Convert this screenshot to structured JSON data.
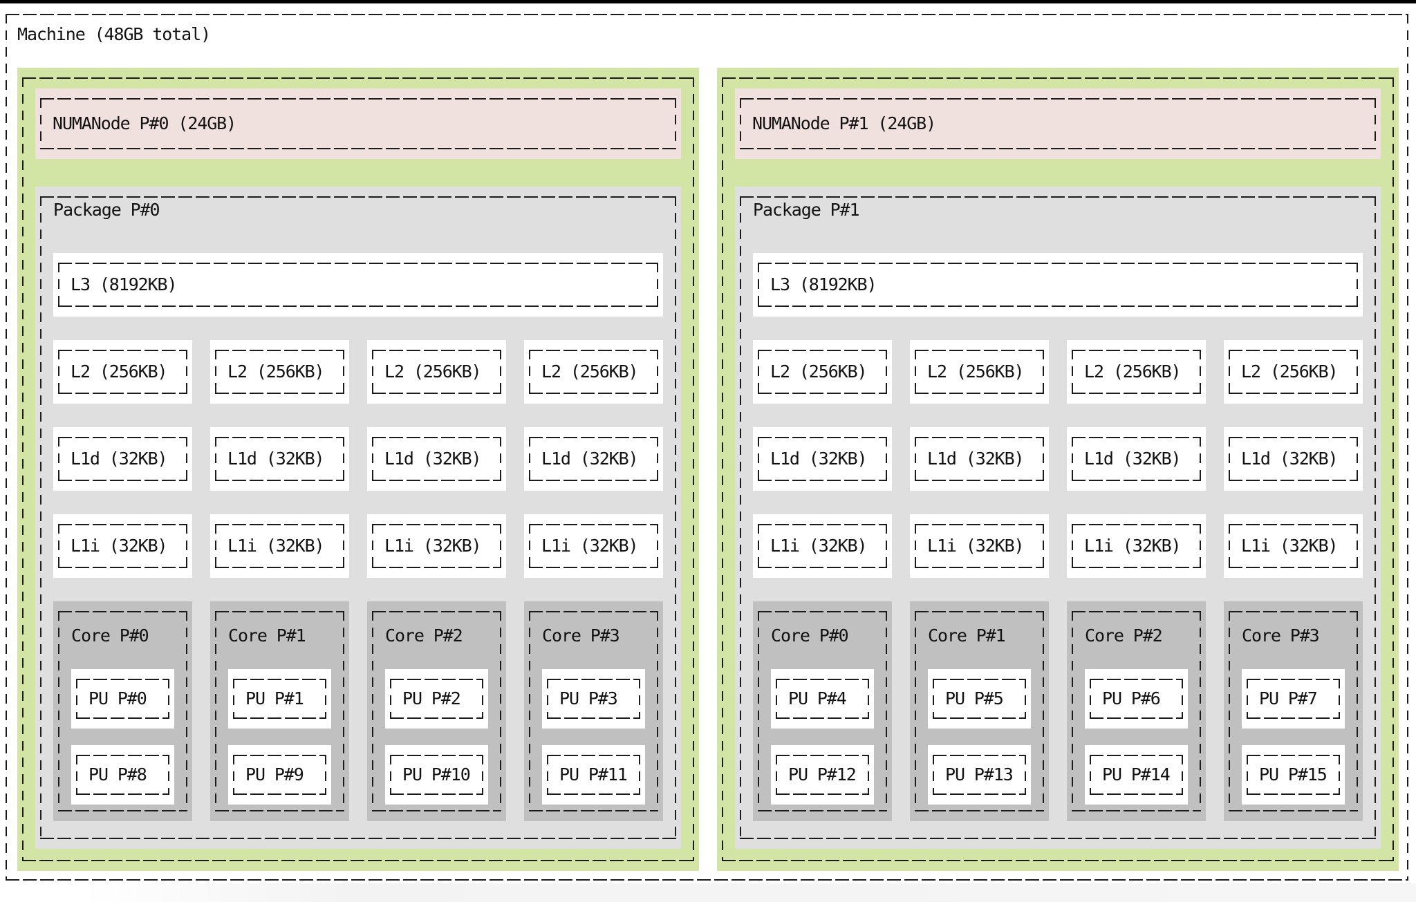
{
  "colors": {
    "window_top_edge": "#000000",
    "machine_background": "#ffffff",
    "numa_group_green": "#d3e5a5",
    "numanode_pink": "#f1e1de",
    "package_gray": "#dfdfdf",
    "core_gray": "#c0c0c0",
    "cache_pu_white": "#ffffff",
    "dashed_border": "#1b1b1b",
    "text": "#121212",
    "bottom_strip_gray": "#f3f3f3"
  },
  "machine": {
    "label": "Machine (48GB total)"
  },
  "groups": [
    {
      "numanode_label": "NUMANode P#0 (24GB)",
      "package": {
        "label": "Package P#0",
        "l3_label": "L3 (8192KB)",
        "l2": [
          "L2 (256KB)",
          "L2 (256KB)",
          "L2 (256KB)",
          "L2 (256KB)"
        ],
        "l1d": [
          "L1d (32KB)",
          "L1d (32KB)",
          "L1d (32KB)",
          "L1d (32KB)"
        ],
        "l1i": [
          "L1i (32KB)",
          "L1i (32KB)",
          "L1i (32KB)",
          "L1i (32KB)"
        ],
        "cores": [
          {
            "label": "Core P#0",
            "pus": [
              "PU P#0",
              "PU P#8"
            ]
          },
          {
            "label": "Core P#1",
            "pus": [
              "PU P#1",
              "PU P#9"
            ]
          },
          {
            "label": "Core P#2",
            "pus": [
              "PU P#2",
              "PU P#10"
            ]
          },
          {
            "label": "Core P#3",
            "pus": [
              "PU P#3",
              "PU P#11"
            ]
          }
        ]
      }
    },
    {
      "numanode_label": "NUMANode P#1 (24GB)",
      "package": {
        "label": "Package P#1",
        "l3_label": "L3 (8192KB)",
        "l2": [
          "L2 (256KB)",
          "L2 (256KB)",
          "L2 (256KB)",
          "L2 (256KB)"
        ],
        "l1d": [
          "L1d (32KB)",
          "L1d (32KB)",
          "L1d (32KB)",
          "L1d (32KB)"
        ],
        "l1i": [
          "L1i (32KB)",
          "L1i (32KB)",
          "L1i (32KB)",
          "L1i (32KB)"
        ],
        "cores": [
          {
            "label": "Core P#0",
            "pus": [
              "PU P#4",
              "PU P#12"
            ]
          },
          {
            "label": "Core P#1",
            "pus": [
              "PU P#5",
              "PU P#13"
            ]
          },
          {
            "label": "Core P#2",
            "pus": [
              "PU P#6",
              "PU P#14"
            ]
          },
          {
            "label": "Core P#3",
            "pus": [
              "PU P#7",
              "PU P#15"
            ]
          }
        ]
      }
    }
  ]
}
